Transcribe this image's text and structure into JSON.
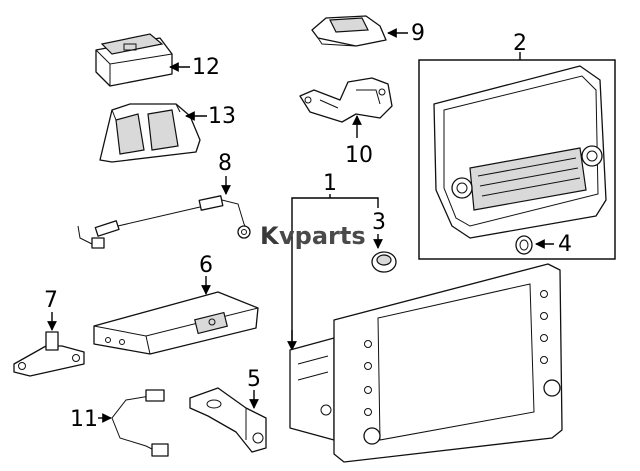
{
  "callouts": {
    "c1": "1",
    "c2": "2",
    "c3": "3",
    "c4": "4",
    "c5": "5",
    "c6": "6",
    "c7": "7",
    "c8": "8",
    "c9": "9",
    "c10": "10",
    "c11": "11",
    "c12": "12",
    "c13": "13"
  },
  "watermark": {
    "text": "vparts",
    "logo_glyph": "K"
  }
}
